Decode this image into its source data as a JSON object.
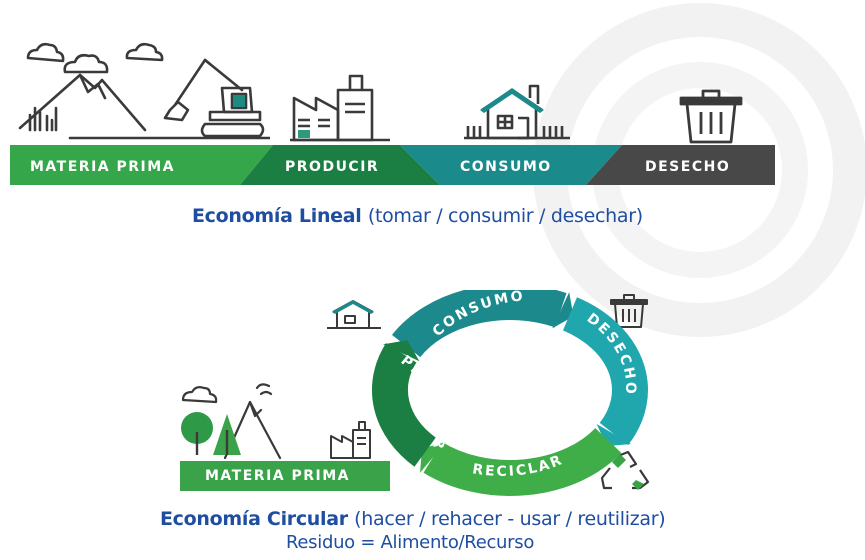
{
  "linear": {
    "stages": [
      {
        "label": "MATERIA PRIMA",
        "color": "#35a74a"
      },
      {
        "label": "PRODUCIR",
        "color": "#1b7f43"
      },
      {
        "label": "CONSUMO",
        "color": "#1b8a8b"
      },
      {
        "label": "DESECHO",
        "color": "#484848"
      }
    ],
    "caption_main": "Economía Lineal",
    "caption_paren": "(tomar / consumir / desechar)"
  },
  "circular": {
    "ring": [
      {
        "label": "CONSUMO",
        "color": "#1c8a8c"
      },
      {
        "label": "DESECHO",
        "color": "#20a7ad"
      },
      {
        "label": "RECICLAR",
        "color": "#3fae49"
      },
      {
        "label": "PRODUCIR",
        "color": "#1b7f43"
      }
    ],
    "materia_prima": "MATERIA PRIMA",
    "caption_main": "Economía Circular",
    "caption_paren": "(hacer / rehacer - usar / reutilizar)",
    "caption_line2": "Residuo = Alimento/Recurso"
  },
  "icons": [
    "landscape-excavator-icon",
    "factory-icon",
    "house-icon",
    "trash-can-icon",
    "tree-mountain-icon",
    "recycle-icon"
  ]
}
